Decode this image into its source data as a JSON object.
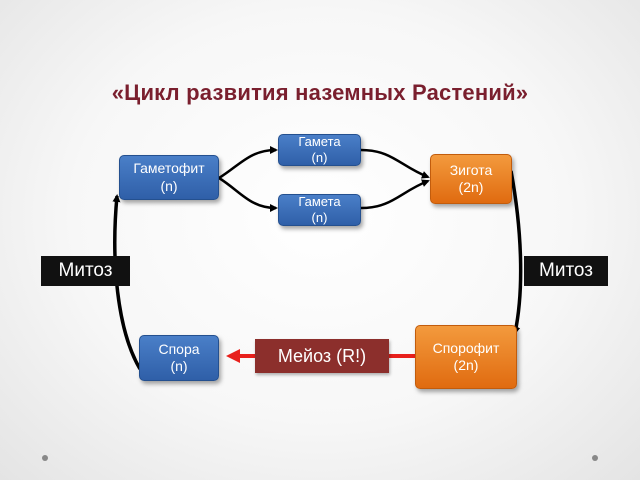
{
  "slide": {
    "title": "«Цикл развития наземных Растений»",
    "nodes": {
      "gametophyte": {
        "line1": "Гаметофит",
        "line2": "(n)"
      },
      "gamete_top": {
        "line1": "Гамета",
        "line2": "(n)"
      },
      "gamete_bottom": {
        "line1": "Гамета",
        "line2": "(n)"
      },
      "zygote": {
        "line1": "Зигота",
        "line2": "(2n)"
      },
      "sporophyte": {
        "line1": "Спорофит",
        "line2": "(2n)"
      },
      "spore": {
        "line1": "Спора",
        "line2": "(n)"
      }
    },
    "labels": {
      "meiosis": "Мейоз (R!)",
      "mitosis_left": "Митоз",
      "mitosis_right": "Митоз"
    },
    "colors": {
      "title": "#7a1f2e",
      "blue_node": "#3a6db5",
      "orange_node": "#e8801f",
      "meiosis_box": "#8c2f2c",
      "meiosis_arrow": "#e8201c",
      "mitosis_box": "#111111"
    }
  }
}
